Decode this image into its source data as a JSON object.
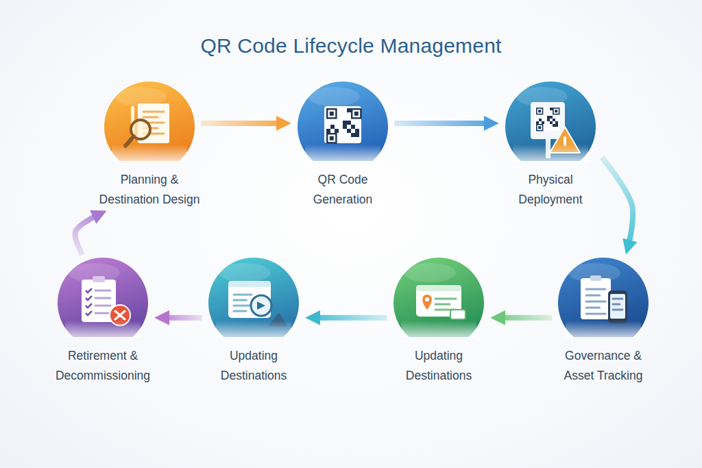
{
  "diagram": {
    "title": "QR Code Lifecycle Management",
    "nodes": [
      {
        "text": [
          "Planning & Destination Design"
        ]
      },
      {
        "text": [
          "QR Code Generation"
        ]
      },
      {
        "text": [
          "Physical Deployment"
        ]
      },
      {
        "text": [
          "Governance & Asset Tracking"
        ]
      },
      {
        "text": [
          "Updating Destinations"
        ]
      },
      {
        "text": [
          "Updating Destinations"
        ]
      },
      {
        "text": [
          "Retirement & Decommissioning"
        ]
      }
    ],
    "edges": [
      {
        "from": 0,
        "to": 1,
        "arrow": "to"
      },
      {
        "from": 1,
        "to": 2,
        "arrow": "to"
      },
      {
        "from": 2,
        "to": 3,
        "arrow": "to"
      },
      {
        "from": 3,
        "to": 4,
        "arrow": "to"
      },
      {
        "from": 4,
        "to": 5,
        "arrow": "to"
      },
      {
        "from": 5,
        "to": 6,
        "arrow": "to"
      },
      {
        "from": 6,
        "to": 0,
        "arrow": "to"
      }
    ]
  }
}
